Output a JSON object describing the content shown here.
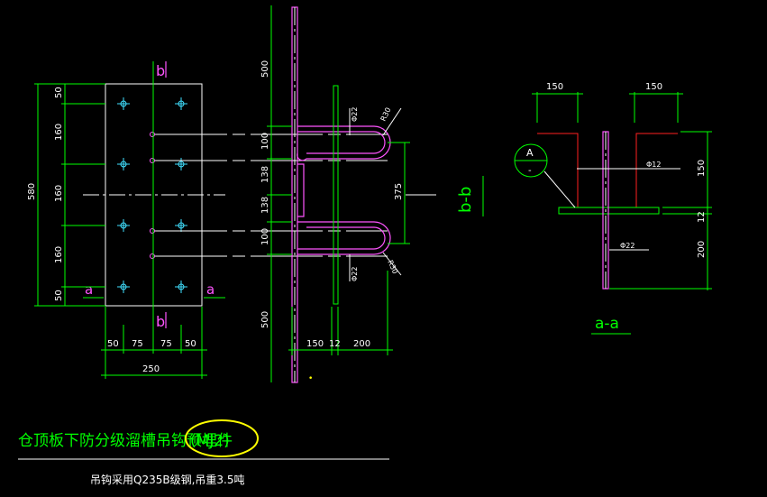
{
  "drawing": {
    "title": "仓顶板下防分级溜槽吊钩预埋件",
    "title_tag": "(MJ2)",
    "note": "吊钩采用Q235B级钢,吊重3.5吨"
  },
  "plan_view": {
    "section_marker_b_top": "b",
    "section_marker_b_bottom": "b",
    "section_marker_a_left": "a",
    "section_marker_a_right": "a",
    "dim_total_height": "580",
    "dims_vertical": [
      "50",
      "160",
      "160",
      "160",
      "50"
    ],
    "dims_bottom": [
      "50",
      "75",
      "75",
      "50"
    ],
    "dim_total_width": "250"
  },
  "section_b": {
    "label": "b-b",
    "dim_top": "500",
    "dim_bottom": "500",
    "dims_middle": [
      "100",
      "138",
      "138",
      "100"
    ],
    "dim_right": "375",
    "bar_label_top": "Φ22",
    "bar_label_bottom": "Φ22",
    "radius_top": "R30",
    "radius_bottom": "R30",
    "dims_bottom": [
      "150",
      "12",
      "200"
    ]
  },
  "section_a": {
    "label": "a-a",
    "dim_top_left": "150",
    "dim_top_right": "150",
    "dims_right": [
      "150",
      "12",
      "200"
    ],
    "bubble_top": "A",
    "bubble_bottom": "-",
    "label_phi12": "Φ12",
    "label_phi22": "Φ22"
  }
}
